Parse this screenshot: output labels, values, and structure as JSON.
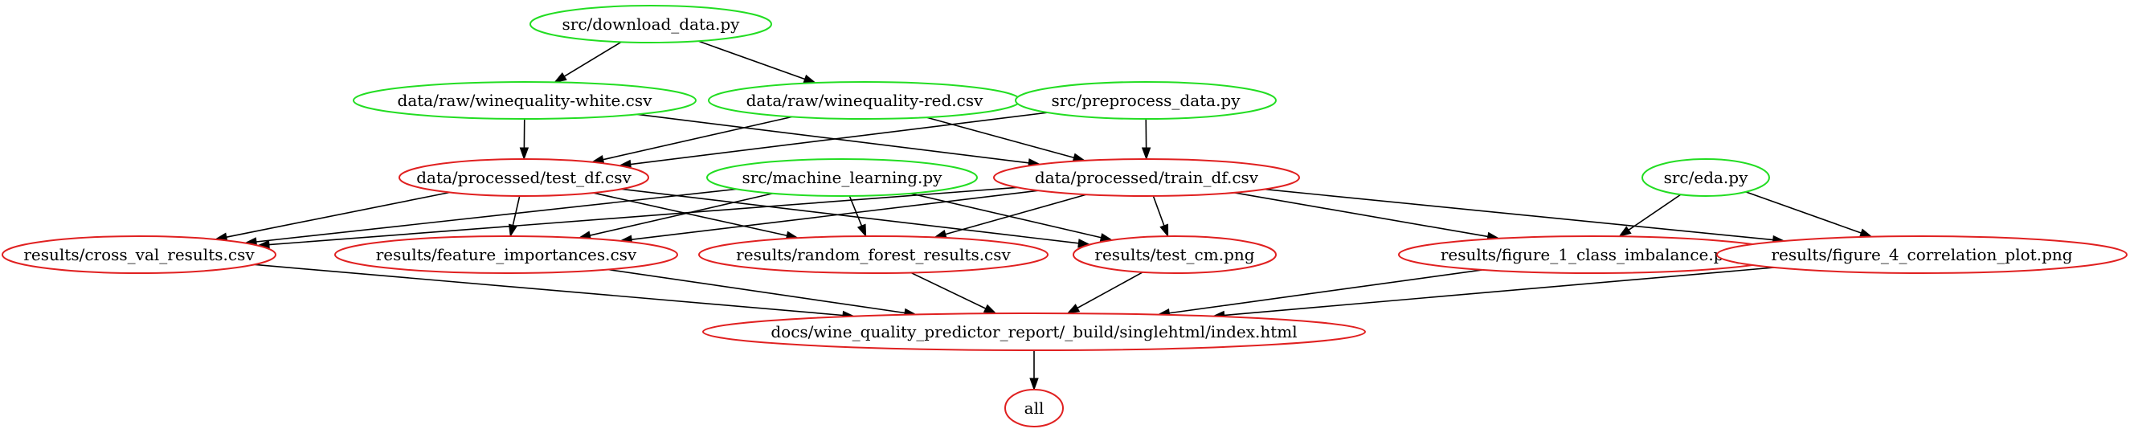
{
  "graph": {
    "colors": {
      "script": "#22dd22",
      "target": "#e02020",
      "edge": "#000000"
    },
    "nodes": [
      {
        "id": "download",
        "label": "src/download_data.py",
        "kind": "script"
      },
      {
        "id": "white",
        "label": "data/raw/winequality-white.csv",
        "kind": "script"
      },
      {
        "id": "red",
        "label": "data/raw/winequality-red.csv",
        "kind": "script"
      },
      {
        "id": "preprocess",
        "label": "src/preprocess_data.py",
        "kind": "script"
      },
      {
        "id": "test_df",
        "label": "data/processed/test_df.csv",
        "kind": "target"
      },
      {
        "id": "ml",
        "label": "src/machine_learning.py",
        "kind": "script"
      },
      {
        "id": "train_df",
        "label": "data/processed/train_df.csv",
        "kind": "target"
      },
      {
        "id": "eda",
        "label": "src/eda.py",
        "kind": "script"
      },
      {
        "id": "cv",
        "label": "results/cross_val_results.csv",
        "kind": "target"
      },
      {
        "id": "fi",
        "label": "results/feature_importances.csv",
        "kind": "target"
      },
      {
        "id": "rf",
        "label": "results/random_forest_results.csv",
        "kind": "target"
      },
      {
        "id": "cm",
        "label": "results/test_cm.png",
        "kind": "target"
      },
      {
        "id": "fig1",
        "label": "results/figure_1_class_imbalance.png",
        "kind": "target"
      },
      {
        "id": "fig4",
        "label": "results/figure_4_correlation_plot.png",
        "kind": "target"
      },
      {
        "id": "report",
        "label": "docs/wine_quality_predictor_report/_build/singlehtml/index.html",
        "kind": "target"
      },
      {
        "id": "all",
        "label": "all",
        "kind": "target"
      }
    ],
    "edges": [
      [
        "download",
        "white"
      ],
      [
        "download",
        "red"
      ],
      [
        "white",
        "test_df"
      ],
      [
        "white",
        "train_df"
      ],
      [
        "red",
        "test_df"
      ],
      [
        "red",
        "train_df"
      ],
      [
        "preprocess",
        "test_df"
      ],
      [
        "preprocess",
        "train_df"
      ],
      [
        "test_df",
        "cv"
      ],
      [
        "test_df",
        "fi"
      ],
      [
        "test_df",
        "rf"
      ],
      [
        "test_df",
        "cm"
      ],
      [
        "ml",
        "cv"
      ],
      [
        "ml",
        "fi"
      ],
      [
        "ml",
        "rf"
      ],
      [
        "ml",
        "cm"
      ],
      [
        "train_df",
        "cv"
      ],
      [
        "train_df",
        "fi"
      ],
      [
        "train_df",
        "rf"
      ],
      [
        "train_df",
        "cm"
      ],
      [
        "train_df",
        "fig1"
      ],
      [
        "train_df",
        "fig4"
      ],
      [
        "eda",
        "fig1"
      ],
      [
        "eda",
        "fig4"
      ],
      [
        "cv",
        "report"
      ],
      [
        "fi",
        "report"
      ],
      [
        "rf",
        "report"
      ],
      [
        "cm",
        "report"
      ],
      [
        "fig1",
        "report"
      ],
      [
        "fig4",
        "report"
      ],
      [
        "report",
        "all"
      ]
    ]
  }
}
